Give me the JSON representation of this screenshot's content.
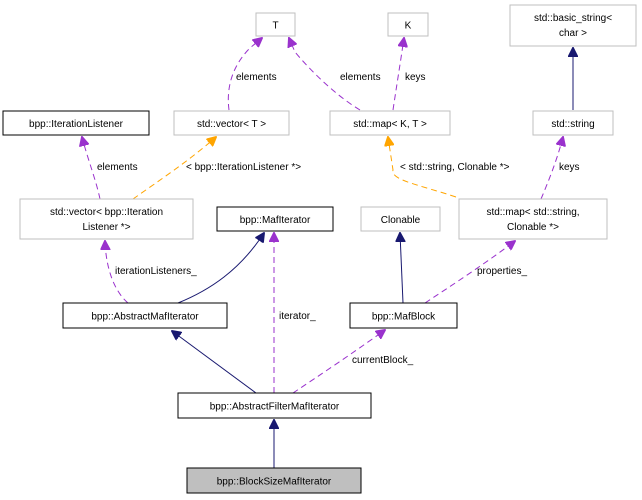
{
  "diagram": {
    "type": "collaboration-graph",
    "colors": {
      "inheritance": "#191970",
      "usage": "#9a32cd",
      "template": "#ffa500",
      "documented_border": "#000000",
      "undocumented_border": "#bfbfbf",
      "focus_fill": "#bfbfbf"
    },
    "nodes": {
      "T": {
        "lines": [
          "T"
        ]
      },
      "K": {
        "lines": [
          "K"
        ]
      },
      "basic_string": {
        "lines": [
          "std::basic_string<",
          "char >"
        ]
      },
      "iteration_listener": {
        "lines": [
          "bpp::IterationListener"
        ]
      },
      "vector_T": {
        "lines": [
          "std::vector< T >"
        ]
      },
      "map_KT": {
        "lines": [
          "std::map< K, T >"
        ]
      },
      "std_string": {
        "lines": [
          "std::string"
        ]
      },
      "vector_listener": {
        "lines": [
          "std::vector< bpp::Iteration",
          "Listener *>"
        ]
      },
      "maf_iterator": {
        "lines": [
          "bpp::MafIterator"
        ]
      },
      "clonable": {
        "lines": [
          "Clonable"
        ]
      },
      "map_string_clonable": {
        "lines": [
          "std::map< std::string,",
          "Clonable *>"
        ]
      },
      "abstract_maf_iterator": {
        "lines": [
          "bpp::AbstractMafIterator"
        ]
      },
      "maf_block": {
        "lines": [
          "bpp::MafBlock"
        ]
      },
      "abstract_filter_maf_iterator": {
        "lines": [
          "bpp::AbstractFilterMafIterator"
        ]
      },
      "block_size_maf_iterator": {
        "lines": [
          "bpp::BlockSizeMafIterator"
        ]
      }
    },
    "edge_labels": {
      "vectorT_to_T": "elements",
      "mapKT_to_T": "elements",
      "mapKT_to_K": "keys",
      "vecListener_to_listener": "elements",
      "vecListener_to_vectorT": "< bpp::IterationListener *>",
      "mapSC_to_mapKT": "< std::string, Clonable *>",
      "mapSC_to_string": "keys",
      "abstract_to_vecListener": "iterationListeners_",
      "filter_to_mafiterator": "iterator_",
      "mafblock_to_mapSC": "properties_",
      "filter_to_mafblock": "currentBlock_"
    }
  }
}
